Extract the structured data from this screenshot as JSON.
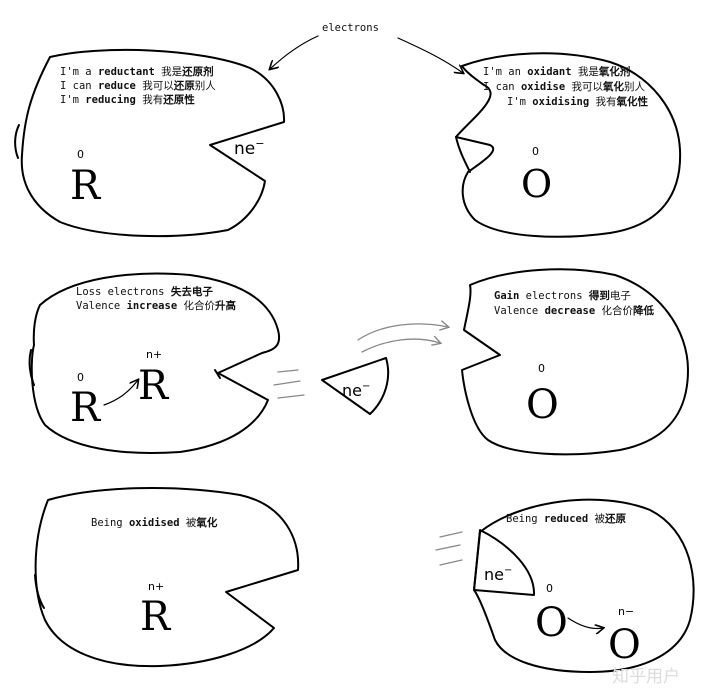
{
  "top_label": "electrons",
  "panel1": {
    "lines": [
      [
        "I'm a ",
        "reductant",
        " 我是",
        "还原剂"
      ],
      [
        "I can ",
        "reduce",
        " 我可以",
        "还原",
        "别人"
      ],
      [
        "I'm ",
        "reducing",
        " 我有",
        "还原性"
      ]
    ],
    "ox_state": "0",
    "symbol": "R",
    "wedge_label": "ne"
  },
  "panel2": {
    "lines": [
      [
        "I'm an ",
        "oxidant",
        " 我是",
        "氧化剂"
      ],
      [
        "I can ",
        "oxidise",
        " 我可以",
        "氧化",
        "别人"
      ],
      [
        "I'm ",
        "oxidising",
        " 我有",
        "氧化性"
      ]
    ],
    "ox_state": "0",
    "symbol": "O"
  },
  "panel3": {
    "lines": [
      [
        "Loss electrons ",
        "失去电子"
      ],
      [
        "Valence ",
        "increase",
        " 化合价",
        "升高"
      ]
    ],
    "ox_state": "0",
    "symbol": "R",
    "new_state": "n+",
    "new_symbol": "R"
  },
  "flying_wedge_label": "ne",
  "panel4": {
    "lines": [
      [
        "Gain",
        " electrons ",
        "得到",
        "电子"
      ],
      [
        "Valence ",
        "decrease",
        " 化合价",
        "降低"
      ]
    ],
    "ox_state": "0",
    "symbol": "O"
  },
  "panel5": {
    "lines": [
      [
        "Being ",
        "oxidised",
        " 被",
        "氧化"
      ]
    ],
    "state": "n+",
    "symbol": "R"
  },
  "panel6": {
    "lines": [
      [
        "Being ",
        "reduced",
        " 被",
        "还原"
      ]
    ],
    "wedge_label": "ne",
    "ox_state": "0",
    "symbol": "O",
    "new_state": "n−",
    "new_symbol": "O"
  },
  "watermark": "知乎用户"
}
